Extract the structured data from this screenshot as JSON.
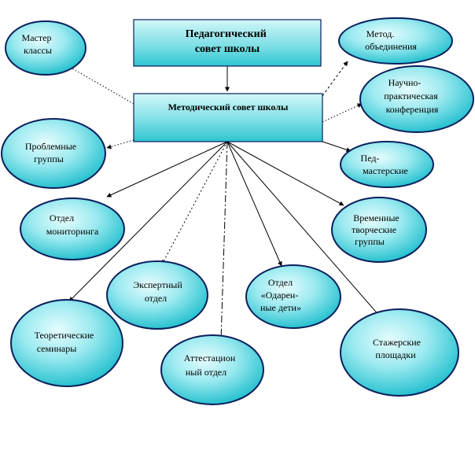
{
  "top_box": {
    "lines": [
      "Педагогический",
      "совет школы"
    ]
  },
  "main_box": {
    "lines": [
      "Методический  совет школы"
    ]
  },
  "nodes": {
    "master": [
      "Мастер",
      "классы"
    ],
    "metod": [
      "Метод.",
      "объединения"
    ],
    "nauchno": [
      "Научно-",
      "практическая",
      "конференция"
    ],
    "problem": [
      "Проблемные",
      "группы"
    ],
    "ped": [
      "Пед-",
      "мастерские"
    ],
    "monitoring": [
      "Отдел",
      "мониторинга"
    ],
    "vremennye": [
      "Временные",
      "творческие",
      "группы"
    ],
    "expert": [
      "Экспертный",
      "отдел"
    ],
    "odarennye": [
      "Отдел",
      "«Одарен-",
      "ные дети»"
    ],
    "teoret": [
      "Теоретические",
      "семинары"
    ],
    "stazher": [
      "Стажерские",
      "площадки"
    ],
    "attest": [
      "Аттестацион",
      "ный отдел"
    ]
  },
  "colors": {
    "box_fill_light": "#c8f4f6",
    "box_fill_dark": "#2ec5cf",
    "ellipse_fill_light": "#d4f8fa",
    "ellipse_fill_dark": "#18bccb",
    "stroke": "#0a1f5c"
  }
}
